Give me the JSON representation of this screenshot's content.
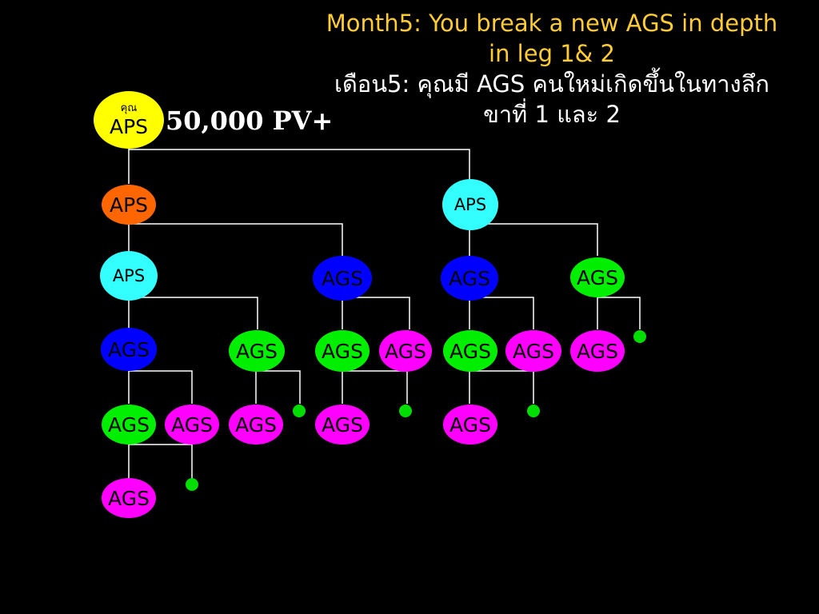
{
  "title": {
    "en_line1": "Month5: You break a new AGS in depth",
    "en_line2": "in leg 1& 2",
    "th_line1": "เดือน5: คุณมี AGS คนใหม่เกิดขึ้นในทางลึก",
    "th_line2": "ขาที่ 1 และ 2"
  },
  "pv_label": "50,000 PV+",
  "colors": {
    "yellow": "#ffff00",
    "orange": "#ff6600",
    "cyan": "#33ffff",
    "blue": "#0000ff",
    "green": "#00ee00",
    "magenta": "#ff00ff",
    "dot": "#00dd00",
    "line": "#ffffff",
    "title_en": "#ffcc33"
  },
  "nodes": {
    "root": {
      "sub": "คุณ",
      "label": "APS",
      "color": "yellow"
    },
    "leg1_aps": {
      "label": "APS",
      "color": "orange"
    },
    "leg2_aps": {
      "label": "APS",
      "color": "cyan"
    },
    "l1_aps2": {
      "label": "APS",
      "color": "cyan"
    },
    "l1_ags_blue": {
      "label": "AGS",
      "color": "blue"
    },
    "l2_ags_blue": {
      "label": "AGS",
      "color": "blue"
    },
    "l2_ags_green": {
      "label": "AGS",
      "color": "green"
    },
    "r4_ags_blue": {
      "label": "AGS",
      "color": "blue"
    },
    "r4_ags_green_a": {
      "label": "AGS",
      "color": "green"
    },
    "r4_ags_green_b": {
      "label": "AGS",
      "color": "green"
    },
    "r4_ags_mag_a": {
      "label": "AGS",
      "color": "magenta"
    },
    "r4_ags_green_c": {
      "label": "AGS",
      "color": "green"
    },
    "r4_ags_mag_b": {
      "label": "AGS",
      "color": "magenta"
    },
    "r4_ags_mag_c": {
      "label": "AGS",
      "color": "magenta"
    },
    "r5_ags_green": {
      "label": "AGS",
      "color": "green"
    },
    "r5_ags_mag_a": {
      "label": "AGS",
      "color": "magenta"
    },
    "r5_ags_mag_b": {
      "label": "AGS",
      "color": "magenta"
    },
    "r5_ags_mag_c": {
      "label": "AGS",
      "color": "magenta"
    },
    "r5_ags_mag_d": {
      "label": "AGS",
      "color": "magenta"
    },
    "r6_ags_mag": {
      "label": "AGS",
      "color": "magenta"
    }
  }
}
